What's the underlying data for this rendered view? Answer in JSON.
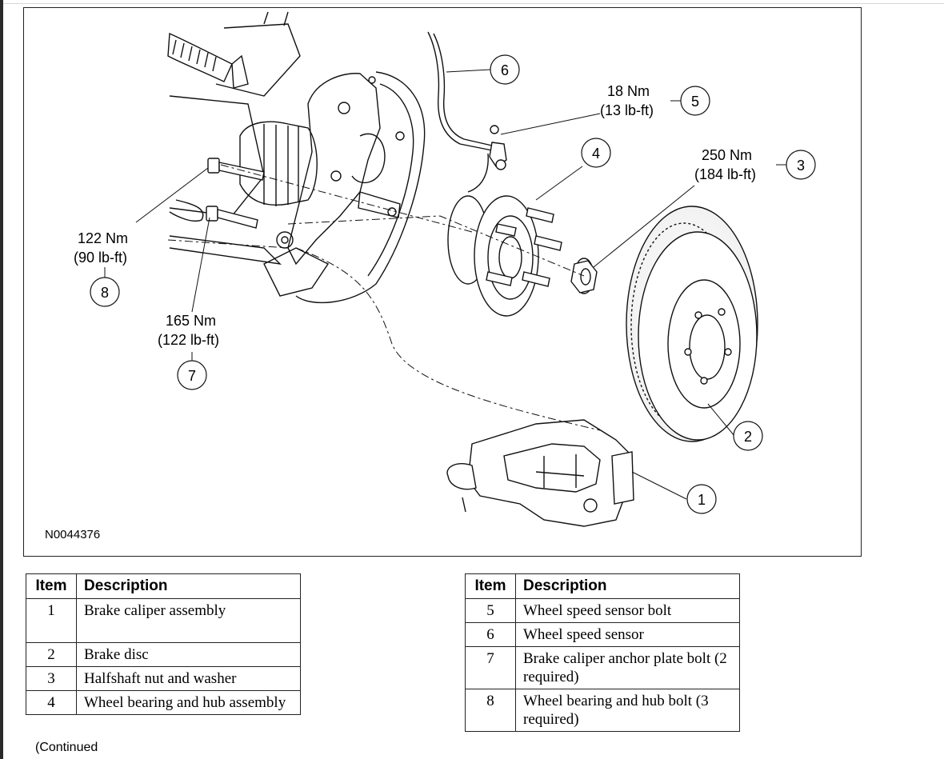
{
  "figure": {
    "figure_id": "N0044376",
    "callouts": [
      {
        "number": "1"
      },
      {
        "number": "2"
      },
      {
        "number": "3",
        "torque_nm": "250 Nm",
        "torque_lbft": "(184 lb-ft)"
      },
      {
        "number": "4"
      },
      {
        "number": "5",
        "torque_nm": "18 Nm",
        "torque_lbft": "(13 lb-ft)"
      },
      {
        "number": "6"
      },
      {
        "number": "7",
        "torque_nm": "165 Nm",
        "torque_lbft": "(122 lb-ft)"
      },
      {
        "number": "8",
        "torque_nm": "122 Nm",
        "torque_lbft": "(90 lb-ft)"
      }
    ]
  },
  "legend_left": {
    "headers": {
      "item": "Item",
      "description": "Description"
    },
    "rows": [
      {
        "item": "1",
        "description": "Brake caliper assembly"
      },
      {
        "item": "2",
        "description": "Brake disc"
      },
      {
        "item": "3",
        "description": "Halfshaft nut and washer"
      },
      {
        "item": "4",
        "description": "Wheel bearing and hub assembly"
      }
    ]
  },
  "legend_right": {
    "headers": {
      "item": "Item",
      "description": "Description"
    },
    "rows": [
      {
        "item": "5",
        "description": "Wheel speed sensor bolt"
      },
      {
        "item": "6",
        "description": "Wheel speed sensor"
      },
      {
        "item": "7",
        "description": "Brake caliper anchor plate bolt (2 required)"
      },
      {
        "item": "8",
        "description": "Wheel bearing and hub bolt (3 required)"
      }
    ]
  },
  "footer": {
    "continued": "(Continued"
  }
}
